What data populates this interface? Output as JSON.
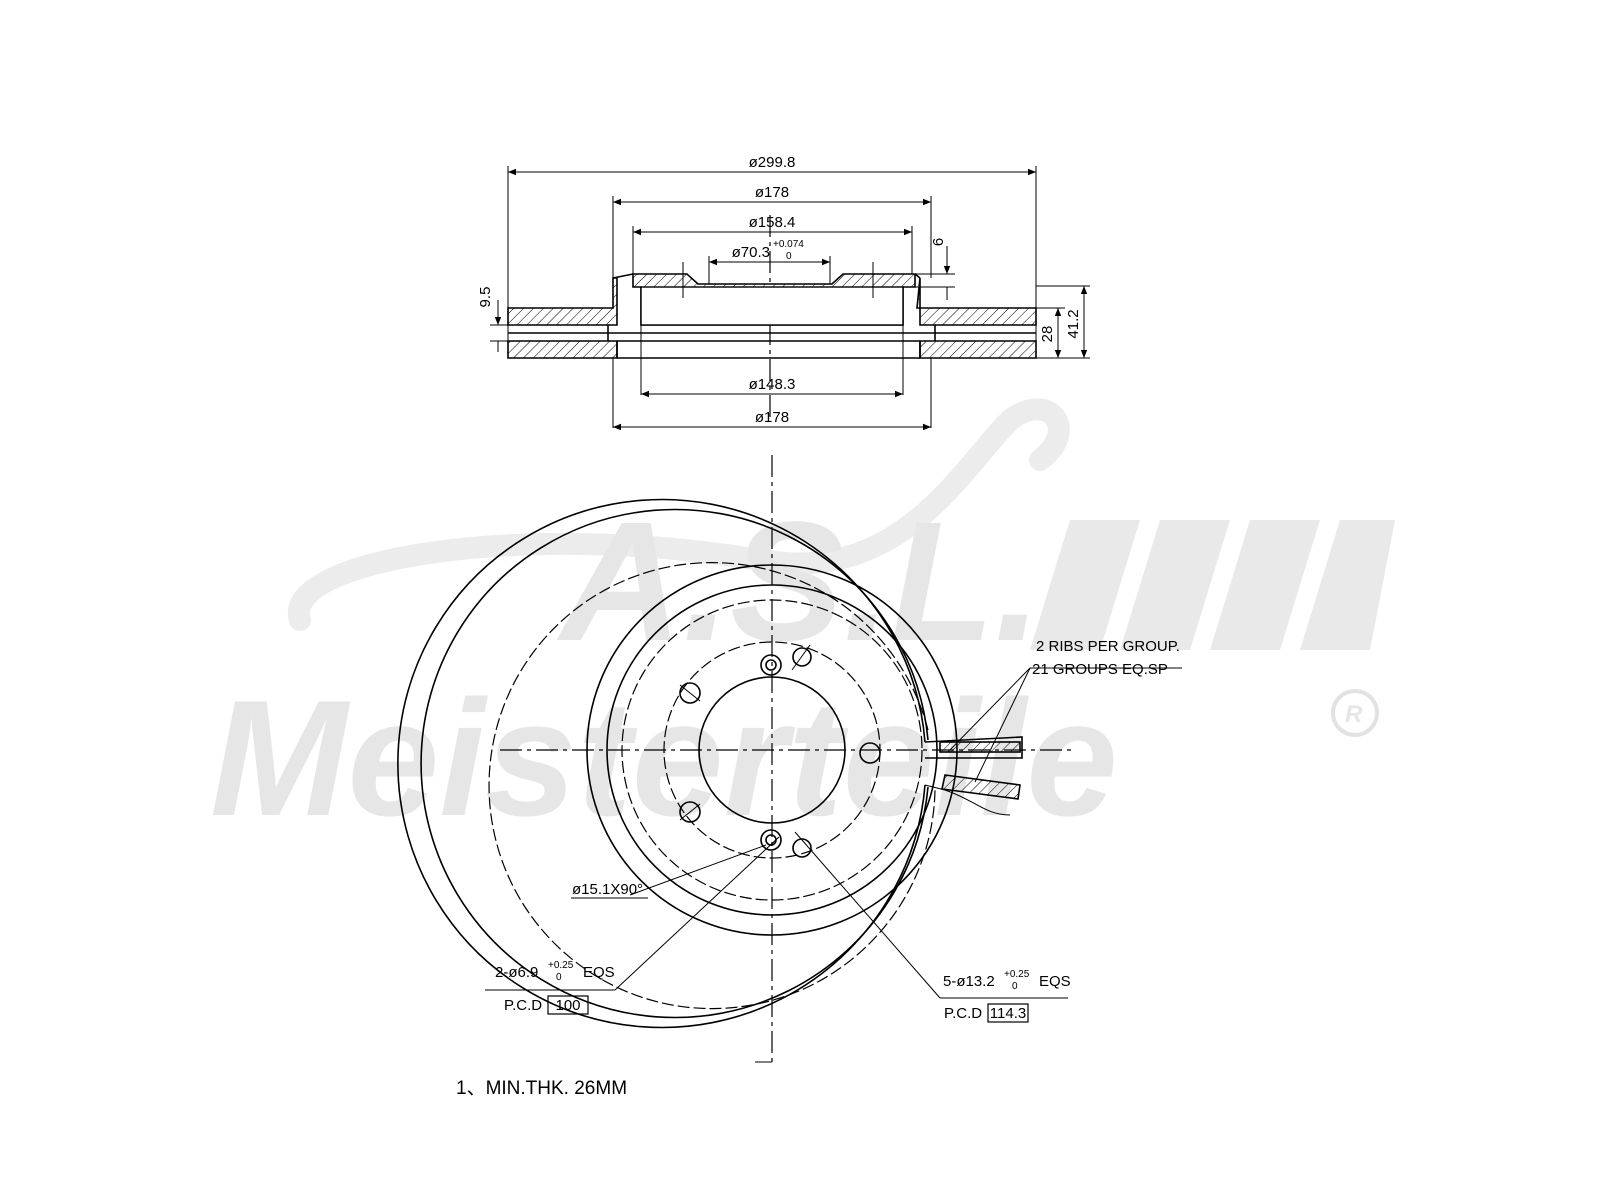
{
  "watermark": {
    "logo_initials": "A.S.L.",
    "brand": "Meisterteile",
    "registered_mark": "R"
  },
  "section_view": {
    "dims": {
      "outer_diameter": "ø299.8",
      "hat_outer_top": "ø178",
      "hat_inner_top": "ø158.4",
      "center_bore": "ø70.3",
      "center_bore_tol_upper": "+0.074",
      "center_bore_tol_lower": "0",
      "hat_depth": "6",
      "plate_thickness": "9.5",
      "disc_thickness": "28",
      "total_height": "41.2",
      "inner_diameter_bottom": "ø148.3",
      "hat_outer_bottom": "ø178"
    }
  },
  "front_view": {
    "ribs_note_line1": "2 RIBS PER GROUP.",
    "ribs_note_line2": "21 GROUPS EQ.SP",
    "countersink": "ø15.1X90°",
    "small_holes_prefix": "2-ø6.9",
    "small_holes_tol_upper": "+0.25",
    "small_holes_tol_lower": "0",
    "small_holes_suffix": "EQS",
    "small_holes_pcd_label": "P.C.D",
    "small_holes_pcd_value": "100",
    "bolt_holes_prefix": "5-ø13.2",
    "bolt_holes_tol_upper": "+0.25",
    "bolt_holes_tol_lower": "0",
    "bolt_holes_suffix": "EQS",
    "bolt_holes_pcd_label": "P.C.D",
    "bolt_holes_pcd_value": "114.3"
  },
  "note": "1、MIN.THK. 26MM"
}
